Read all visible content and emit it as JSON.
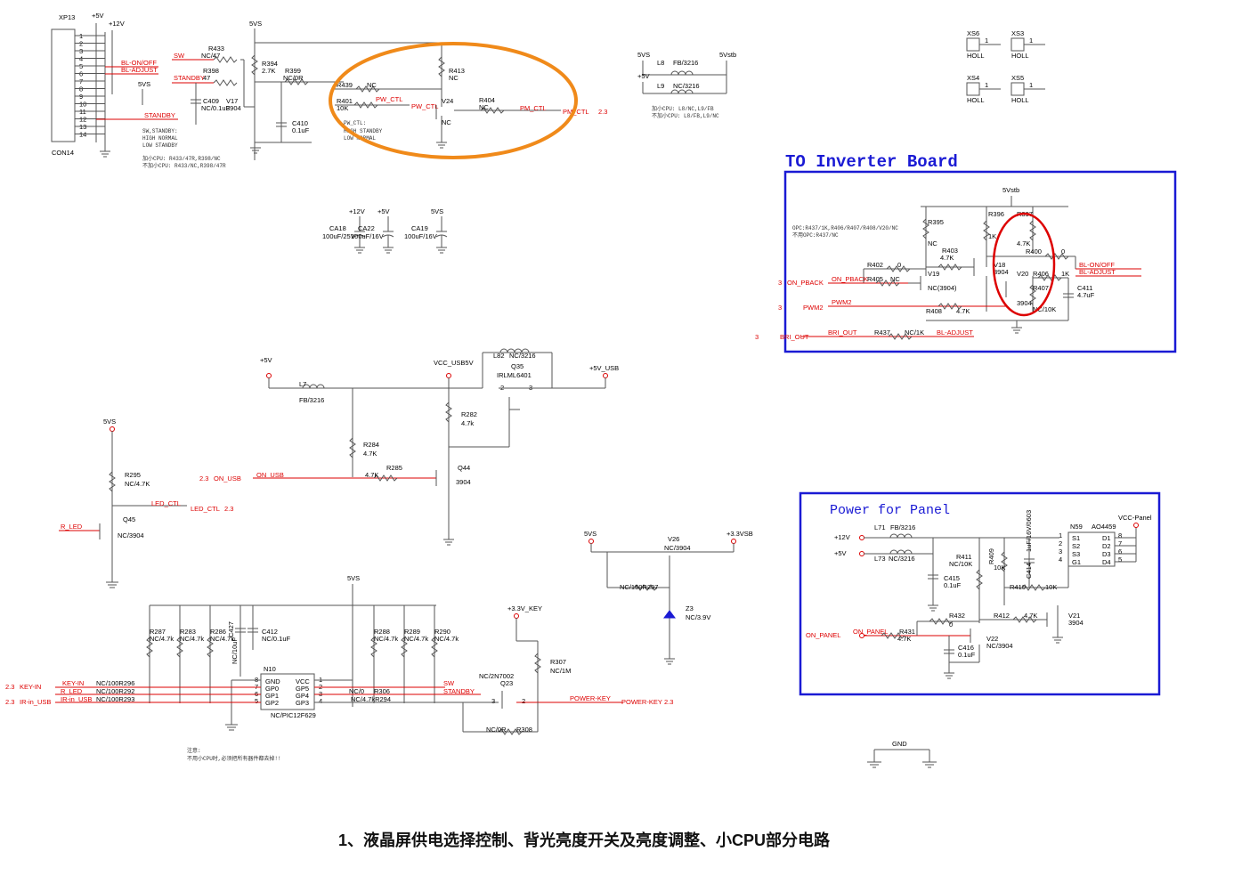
{
  "caption": "1、液晶屏供电选择控制、背光亮度开关及亮度调整、小CPU部分电路",
  "inverter": {
    "title": "TO Inverter Board",
    "note1": "OPC:R437/1K,R406/R407/R408/V20/NC",
    "note2": "不用OPC:R437/NC",
    "labels": [
      "5Vstb",
      "R395",
      "NC",
      "R396",
      "1K",
      "R397",
      "4.7K",
      "R400",
      "0",
      "BL-ON/OFF",
      "BL-ADJUST",
      "R402",
      "0",
      "3",
      "ON_PBACK",
      "R405",
      "NC",
      "V19",
      "NC(3904)",
      "R403",
      "4.7K",
      "V18",
      "3904",
      "V20",
      "3904",
      "R406",
      "1K",
      "R407",
      "NC/10K",
      "C411",
      "4.7uF",
      "PWM2",
      "R408",
      "4.7K",
      "BRI_OUT",
      "R437",
      "NC/1K",
      "BL-ADJUST"
    ]
  },
  "panel": {
    "title": "Power for Panel",
    "labels": [
      "+12V",
      "+5V",
      "L71",
      "FB/3216",
      "L73",
      "NC/3216",
      "C415",
      "0.1uF",
      "R411",
      "NC/10K",
      "R409",
      "10K",
      "C414",
      "1uF/16V/0603",
      "N59",
      "AO4459",
      "S1",
      "S2",
      "S3",
      "G1",
      "D1",
      "D2",
      "D3",
      "D4",
      "VCC-Panel",
      "R410",
      "10K",
      "R412",
      "4.7K",
      "V21",
      "3904",
      "R432",
      "0",
      "ON_PANEL",
      "R431",
      "4.7K",
      "V22",
      "NC/3904",
      "C416",
      "0.1uF"
    ]
  },
  "connector": {
    "ref": "XP13",
    "part": "CON14",
    "pins": [
      "1",
      "2",
      "3",
      "4",
      "5",
      "6",
      "7",
      "8",
      "9",
      "10",
      "11",
      "12",
      "13",
      "14"
    ],
    "nets": [
      "+5V",
      "+12V",
      "BL-ON/OFF",
      "BL-ADJUST",
      "5VS",
      "STANDBY"
    ]
  },
  "notes": {
    "standby": [
      "SW,STANDBY:",
      "HIGH   NORMAL",
      "LOW    STANDBY"
    ],
    "cpu": [
      "加小CPU:  R433/47R,R398/NC",
      "不加小CPU: R433/NC,R398/47R"
    ],
    "pwctl": [
      "PW_CTL:",
      "HIGH STANDBY",
      "LOW  NORMAL"
    ],
    "l8l9": [
      "加小CPU:   L8/NC,L9/FB",
      "不加小CPU: L8/FB,L9/NC"
    ],
    "cpu_note": [
      "注意:",
      "不用小CPU时,必须把所有器件都去掉!!"
    ]
  },
  "top_labels": [
    "5VS",
    "SW",
    "R433",
    "NC/47",
    "R398",
    "47",
    "STANDBY",
    "C409",
    "NC/0.1uF",
    "V17",
    "3904",
    "R394",
    "2.7K",
    "R399",
    "NC/0R",
    "C410",
    "0.1uF",
    "R439",
    "NC",
    "R401",
    "10K",
    "PW_CTL",
    "V24",
    "NC",
    "R413",
    "NC",
    "R404",
    "NC",
    "PM_CTL",
    "PM_CTL",
    "2.3",
    "5VS",
    "5Vstb",
    "+5V",
    "L8",
    "FB/3216",
    "L9",
    "NC/3216"
  ],
  "holes": [
    "XS6",
    "XS3",
    "XS4",
    "XS5",
    "HOLL"
  ],
  "caps_row": [
    "+12V",
    "CA18",
    "100uF/25V",
    "+5V",
    "CA22",
    "100uF/16V",
    "5VS",
    "CA19",
    "100uF/16V"
  ],
  "usb": [
    "+5V",
    "L7",
    "FB/3216",
    "VCC_USB5V",
    "L82",
    "NC/3216",
    "Q35",
    "IRLML6401",
    "+5V_USB",
    "R282",
    "4.7k",
    "R284",
    "4.7K",
    "R285",
    "4.7K",
    "Q44",
    "3904",
    "2.3",
    "ON_USB",
    "ON_USB"
  ],
  "led": [
    "5VS",
    "R295",
    "NC/4.7K",
    "LED_CTL",
    "LED_CTL",
    "2.3",
    "Q45",
    "NC/3904",
    "R_LED"
  ],
  "zener": [
    "5VS",
    "+3.3VSB",
    "V26",
    "NC/3904",
    "NC/150R297",
    "Z3",
    "NC/3.9V"
  ],
  "cpu": [
    "5VS",
    "R287",
    "NC/4.7k",
    "R283",
    "NC/4.7k",
    "R286",
    "NC/4.7k",
    "C427",
    "NC/10uF",
    "C412",
    "NC/0.1uF",
    "N10",
    "NC/PIC12F629",
    "GND",
    "GP0",
    "GP1",
    "GP2",
    "VCC",
    "GP5",
    "GP4",
    "GP3",
    "R288",
    "NC/4.7k",
    "R289",
    "NC/4.7k",
    "R290",
    "NC/4.7k",
    "2.3",
    "KEY-IN",
    "KEY-IN",
    "R_LED",
    "IR-in_USB",
    "IR-in_USB",
    "NC/100R296",
    "NC/100R292",
    "NC/100R293",
    "NC/0",
    "R306",
    "NC/4.7kR294",
    "SW",
    "STANDBY",
    "+3.3V_KEY",
    "NC/2N7002",
    "Q23",
    "R307",
    "NC/1M",
    "POWER-KEY",
    "POWER-KEY",
    "2.3",
    "NC/0R",
    "R308"
  ],
  "gnd": "GND",
  "colors": {
    "wire": "#555555",
    "net": "#dd0000",
    "box": "#1a1ad4",
    "highlight_orange": "#f08a1a",
    "highlight_red": "#dd0000"
  }
}
